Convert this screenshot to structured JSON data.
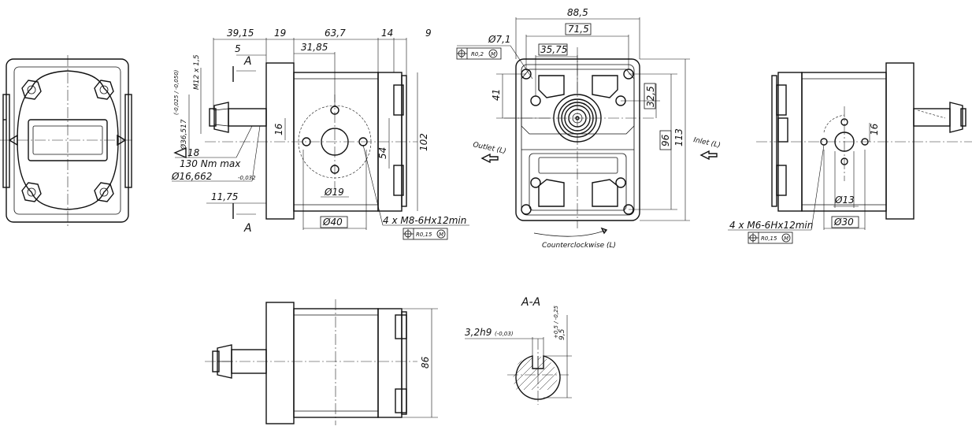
{
  "dimensions": {
    "d39_15": "39,15",
    "d19_top": "19",
    "d63_7": "63,7",
    "d14": "14",
    "d9": "9",
    "d5": "5",
    "d31_85": "31,85",
    "m12": "M12 x 1,5",
    "d36_517": "Ø36,517",
    "d36_517_tol": "(-0,025 / -0,050)",
    "d16_side": "16",
    "d54": "54",
    "d102": "102",
    "d18": "18",
    "torque": "130 Nm max",
    "d16_662": "Ø16,662",
    "d16_662_tol": "-0,032",
    "d11_75": "11,75",
    "d19_bore": "Ø19",
    "d40": "Ø40",
    "thread_m8": "4 x M8-6Hx12min",
    "tol_r015_a": "R0,15",
    "d88_5": "88,5",
    "d71_5": "71,5",
    "d7_1": "Ø7,1",
    "tol_r02": "R0,2",
    "d35_75": "35,75",
    "d41": "41",
    "d32_5": "32,5",
    "d96": "96",
    "d113": "113",
    "outlet": "Outlet (L)",
    "inlet": "Inlet (L)",
    "rotation": "Counterclockwise (L)",
    "d16_right": "16",
    "d13": "Ø13",
    "d30": "Ø30",
    "thread_m6": "4 x M6-6Hx12min",
    "tol_r015_b": "R0,15",
    "d86": "86",
    "section": "A-A",
    "key_width": "3,2h9",
    "key_tol": "(-0,03)",
    "d9_5": "9,5",
    "d9_5_tol": "+0,5 / -0,25",
    "sec_a": "A",
    "tol_m": "M"
  }
}
